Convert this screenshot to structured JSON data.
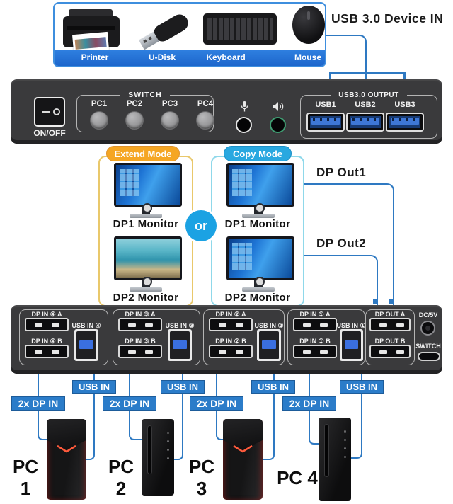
{
  "colors": {
    "line_blue": "#2E79C2",
    "badge_blue": "#2b7cc9",
    "device_bar_blue": "#1d66cc",
    "extend_border": "#E9C86B",
    "extend_badge": "#F5A623",
    "copy_border": "#8FD8EA",
    "copy_badge": "#29A8E0",
    "or_circle": "#1BA2E3",
    "panel_gray": "#3a3a3c"
  },
  "top": {
    "usb_device_in": "USB 3.0 Device IN",
    "devices": [
      "Printer",
      "U-Disk",
      "Keyboard",
      "Mouse"
    ]
  },
  "front": {
    "on_off": "ON/OFF",
    "switch_group": "SWITCH",
    "pc_buttons": [
      "PC1",
      "PC2",
      "PC3",
      "PC4"
    ],
    "usb_output_group": "USB3.0 OUTPUT",
    "usb_ports": [
      "USB1",
      "USB2",
      "USB3"
    ]
  },
  "modes": {
    "extend_label": "Extend Mode",
    "copy_label": "Copy Mode",
    "dp1_monitor": "DP1 Monitor",
    "dp2_monitor": "DP2 Monitor",
    "or": "or",
    "dp_out1": "DP Out1",
    "dp_out2": "DP Out2"
  },
  "rear": {
    "groups": [
      {
        "dp_a": "DP IN ④ A",
        "dp_b": "DP IN ④ B",
        "usb": "USB IN ④"
      },
      {
        "dp_a": "DP IN ③ A",
        "dp_b": "DP IN ③ B",
        "usb": "USB IN ③"
      },
      {
        "dp_a": "DP IN ② A",
        "dp_b": "DP IN ② B",
        "usb": "USB IN ②"
      },
      {
        "dp_a": "DP IN ① A",
        "dp_b": "DP IN ① B",
        "usb": "USB IN ①"
      }
    ],
    "dp_out_a": "DP OUT A",
    "dp_out_b": "DP OUT B",
    "dc": "DC/5V",
    "switch": "SWITCH"
  },
  "bottom": {
    "usb_in": "USB IN",
    "dp_in": "2x DP IN",
    "pcs": [
      "PC 1",
      "PC 2",
      "PC 3",
      "PC 4"
    ]
  }
}
